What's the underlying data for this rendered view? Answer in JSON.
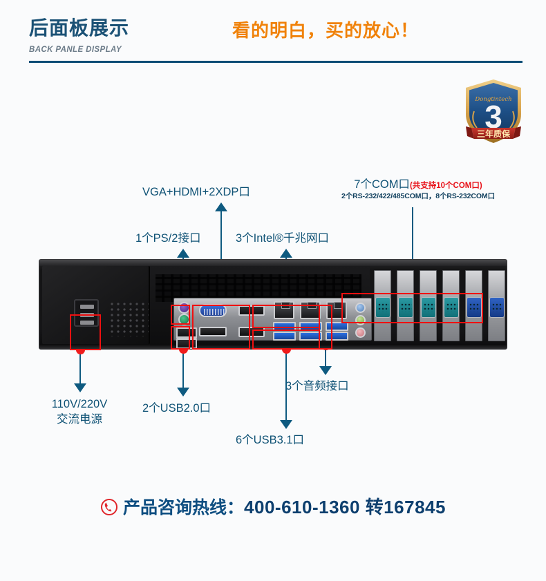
{
  "header": {
    "title": "后面板展示",
    "subtitle": "BACK PANLE DISPLAY",
    "slogan": "看的明白，买的放心！",
    "rule_color": "#0a4c75",
    "title_color": "#1a5175",
    "slogan_color": "#f0820a"
  },
  "badge": {
    "brand": "Dongtintech",
    "number": "3",
    "ribbon_text": "三年质保",
    "shield_color": "#1d4f86",
    "ribbon_color": "#a4241c",
    "gold_color": "#d7a24a"
  },
  "annotations": [
    {
      "id": "vga-hdmi-dp",
      "label": "VGA+HDMI+2XDP口",
      "direction": "up"
    },
    {
      "id": "ps2",
      "label": "1个PS/2接口",
      "direction": "up"
    },
    {
      "id": "intel-lan",
      "label": "3个Intel®千兆网口",
      "direction": "up"
    },
    {
      "id": "com-ports",
      "label": "7个COM口",
      "label_red": "(共支持10个COM口)",
      "label_sub": "2个RS-232/422/485COM口，8个RS-232COM口",
      "direction": "plain"
    },
    {
      "id": "ac-power",
      "label": "110V/220V\n交流电源",
      "line1": "110V/220V",
      "line2": "交流电源",
      "direction": "down"
    },
    {
      "id": "usb2",
      "label": "2个USB2.0口",
      "direction": "down"
    },
    {
      "id": "usb3",
      "label": "6个USB3.1口",
      "direction": "down"
    },
    {
      "id": "audio",
      "label": "3个音频接口",
      "direction": "down"
    }
  ],
  "chassis": {
    "com_ports": [
      {
        "color": "teal"
      },
      {
        "color": "teal"
      },
      {
        "color": "teal"
      },
      {
        "color": "teal"
      },
      {
        "color": "navy"
      },
      {
        "color": "navy"
      },
      {
        "color": "navy"
      }
    ],
    "audio_jacks": [
      "blue",
      "green",
      "pink"
    ],
    "lan_count": 3,
    "usb3_count": 6,
    "usb2_count": 2,
    "highlight_color": "#f01010",
    "leader_color": "#0e5a80",
    "dot_color": "#f01c1c"
  },
  "hotline": {
    "prefix": "产品咨询热线：",
    "number": "400-610-1360 转167845",
    "icon": "phone-icon",
    "icon_color": "#e0262b",
    "text_color": "#0d4d80"
  }
}
